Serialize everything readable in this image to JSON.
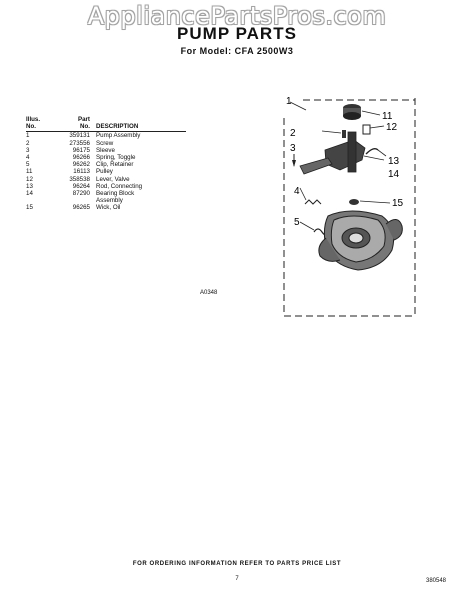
{
  "watermark": "AppliancePartsPros.com",
  "header": {
    "title": "PUMP PARTS",
    "subtitle": "For Model: CFA 2500W3"
  },
  "parts_table": {
    "headers": {
      "illus": [
        "Illus.",
        "No."
      ],
      "part": [
        "Part",
        "No."
      ],
      "description": "DESCRIPTION"
    },
    "rows": [
      {
        "illus": "1",
        "part": "359131",
        "desc": "Pump Assembly"
      },
      {
        "illus": "2",
        "part": "273556",
        "desc": "Screw"
      },
      {
        "illus": "3",
        "part": "96175",
        "desc": "Sleeve"
      },
      {
        "illus": "4",
        "part": "96266",
        "desc": "Spring, Toggle"
      },
      {
        "illus": "5",
        "part": "96262",
        "desc": "Clip, Retainer"
      },
      {
        "illus": "11",
        "part": "16113",
        "desc": "Pulley"
      },
      {
        "illus": "12",
        "part": "358538",
        "desc": "Lever, Valve"
      },
      {
        "illus": "13",
        "part": "96264",
        "desc": "Rod, Connecting"
      },
      {
        "illus": "14",
        "part": "87290",
        "desc": "Bearing Block"
      },
      {
        "illus": "",
        "part": "",
        "desc": "Assembly"
      },
      {
        "illus": "15",
        "part": "96265",
        "desc": "Wick, Oil"
      }
    ]
  },
  "diagram": {
    "callouts": [
      "1",
      "2",
      "3",
      "4",
      "5",
      "11",
      "12",
      "13",
      "14",
      "15"
    ],
    "figure_id": "A0348"
  },
  "footer": {
    "ordering_note": "FOR ORDERING INFORMATION REFER TO PARTS PRICE LIST",
    "page_number": "7",
    "document_number": "380548"
  }
}
